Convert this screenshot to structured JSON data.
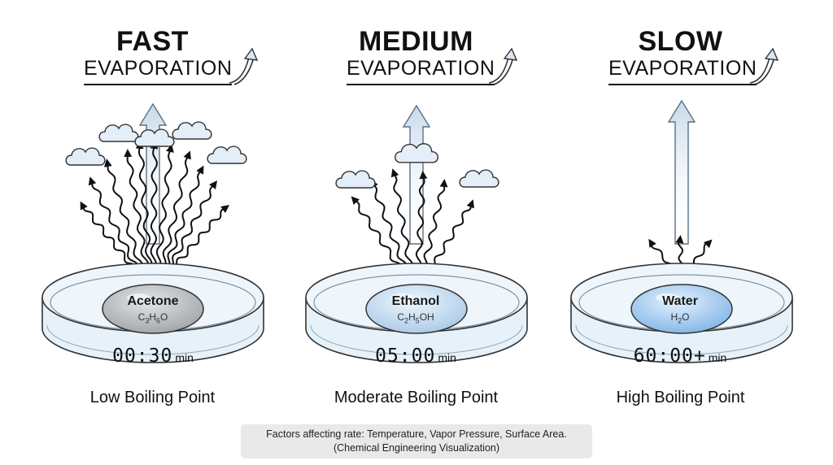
{
  "panels": [
    {
      "speed": "FAST",
      "evaporation_label": "EVAPORATION",
      "liquid_name": "Acetone",
      "formula_html": "C<sub>3</sub>H<sub>6</sub>O",
      "formula": "C3H6O",
      "timer_value": "00:30",
      "timer_unit": "min",
      "boiling_point": "Low Boiling Point",
      "drop_color": "#b9bcc0"
    },
    {
      "speed": "MEDIUM",
      "evaporation_label": "EVAPORATION",
      "liquid_name": "Ethanol",
      "formula": "C2H5OH",
      "timer_value": "05:00",
      "timer_unit": "min",
      "boiling_point": "Moderate Boiling Point",
      "drop_color": "#c4dcf2"
    },
    {
      "speed": "SLOW",
      "evaporation_label": "EVAPORATION",
      "liquid_name": "Water",
      "formula": "H2O",
      "timer_value": "60:00+",
      "timer_unit": "min",
      "boiling_point": "High Boiling Point",
      "drop_color": "#a9d0f5"
    }
  ],
  "footer": {
    "line1": "Factors affecting rate: Temperature, Vapor Pressure, Surface Area.",
    "line2": "(Chemical Engineering Visualization)"
  },
  "colors": {
    "dish_fill": "#e6f1f9",
    "dish_stroke": "#333333",
    "cloud_fill": "#e3eef8",
    "arrow_fill": "#c9dced"
  }
}
